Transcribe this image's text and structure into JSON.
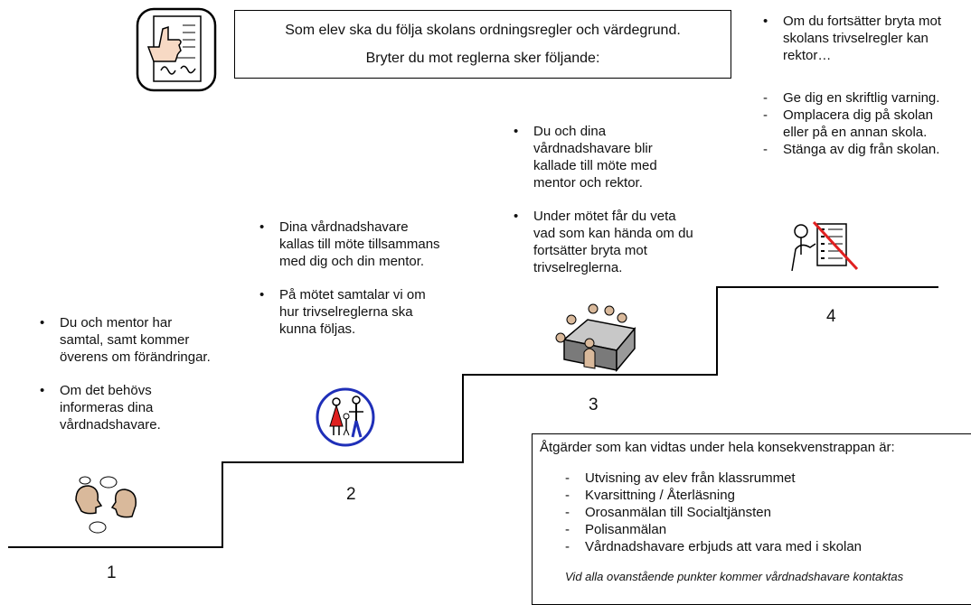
{
  "header": {
    "line1": "Som elev ska du följa skolans ordningsregler och värdegrund.",
    "line2": "Bryter du mot reglerna sker följande:"
  },
  "steps": [
    {
      "number": "1",
      "bullets": [
        "Du och mentor har samtal, samt kommer överens om förändringar.",
        "Om det behövs informeras dina vårdnadshavare."
      ]
    },
    {
      "number": "2",
      "bullets": [
        "Dina vårdnadshavare kallas till möte tillsammans med dig och din mentor.",
        "På mötet samtalar vi om hur trivselreglerna ska kunna följas."
      ]
    },
    {
      "number": "3",
      "bullets": [
        "Du och dina vårdnadshavare blir kallade till möte med mentor och rektor.",
        "Under mötet får du veta vad som kan hända om du fortsätter bryta mot trivselreglerna."
      ]
    },
    {
      "number": "4",
      "bullets": [
        "Om du fortsätter bryta mot skolans trivselregler kan rektor…"
      ],
      "dashes": [
        "Ge dig en skriftlig varning.",
        "Omplacera dig på skolan eller på en annan skola.",
        "Stänga av dig från skolan."
      ]
    }
  ],
  "box": {
    "title": "Åtgärder som kan vidtas under hela konsekvenstrappan är:",
    "items": [
      "Utvisning av elev från klassrummet",
      "Kvarsittning / Återläsning",
      "Orosanmälan till Socialtjänsten",
      "Polisanmälan",
      "Vårdnadshavare erbjuds att vara med i skolan"
    ],
    "footer": "Vid alla ovanstående punkter kommer vårdnadshavare kontaktas"
  },
  "icons": {
    "rules": "thumbs-up-document-icon",
    "talk": "talking-heads-icon",
    "family": "family-icon",
    "meeting": "meeting-table-icon",
    "suspension": "crossed-out-list-icon"
  }
}
